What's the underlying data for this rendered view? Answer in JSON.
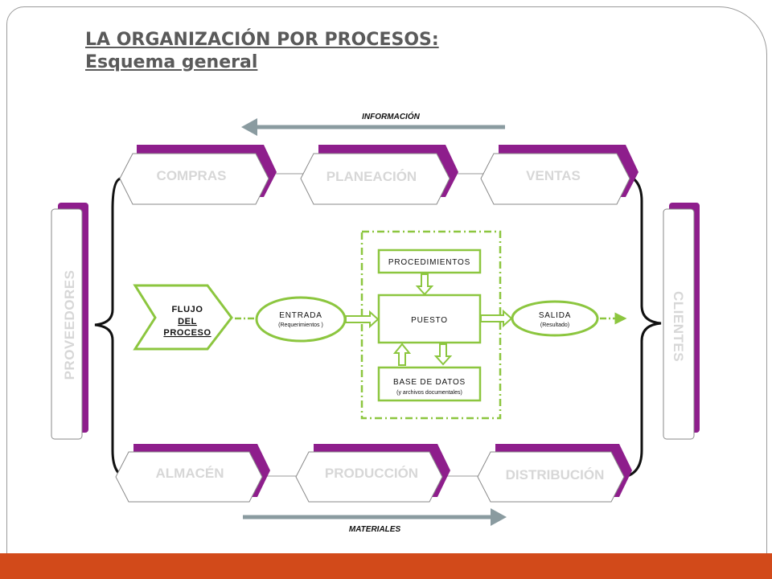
{
  "title": {
    "line1": "LA ORGANIZACIÓN POR PROCESOS:",
    "line2": "Esquema general"
  },
  "arrows": {
    "top_label": "INFORMACIÓN",
    "bottom_label": "MATERIALES"
  },
  "departments": {
    "top": [
      "COMPRAS",
      "PLANEACIÓN",
      "VENTAS"
    ],
    "bottom": [
      "ALMACÉN",
      "PRODUCCIÓN",
      "DISTRIBUCIÓN"
    ]
  },
  "sides": {
    "left": "PROVEEDORES",
    "right": "CLIENTES"
  },
  "flow": {
    "label_lines": [
      "FLUJO",
      "DEL",
      "PROCESO"
    ],
    "entrada": "ENTRADA",
    "entrada_sub": "(Requerimientos )",
    "salida": "SALIDA",
    "salida_sub": "(Resultado)",
    "procedimientos": "PROCEDIMIENTOS",
    "puesto": "PUESTO",
    "base_datos": "BASE DE DATOS",
    "base_datos_sub": "(y archivos documentales)"
  },
  "colors": {
    "purple": "#8e1e8c",
    "green": "#8cc63f",
    "gray_arrow": "#8a9ba0",
    "footer": "#d24a1a",
    "title": "#5a5a5a",
    "label_gray": "#d7d7d7"
  }
}
